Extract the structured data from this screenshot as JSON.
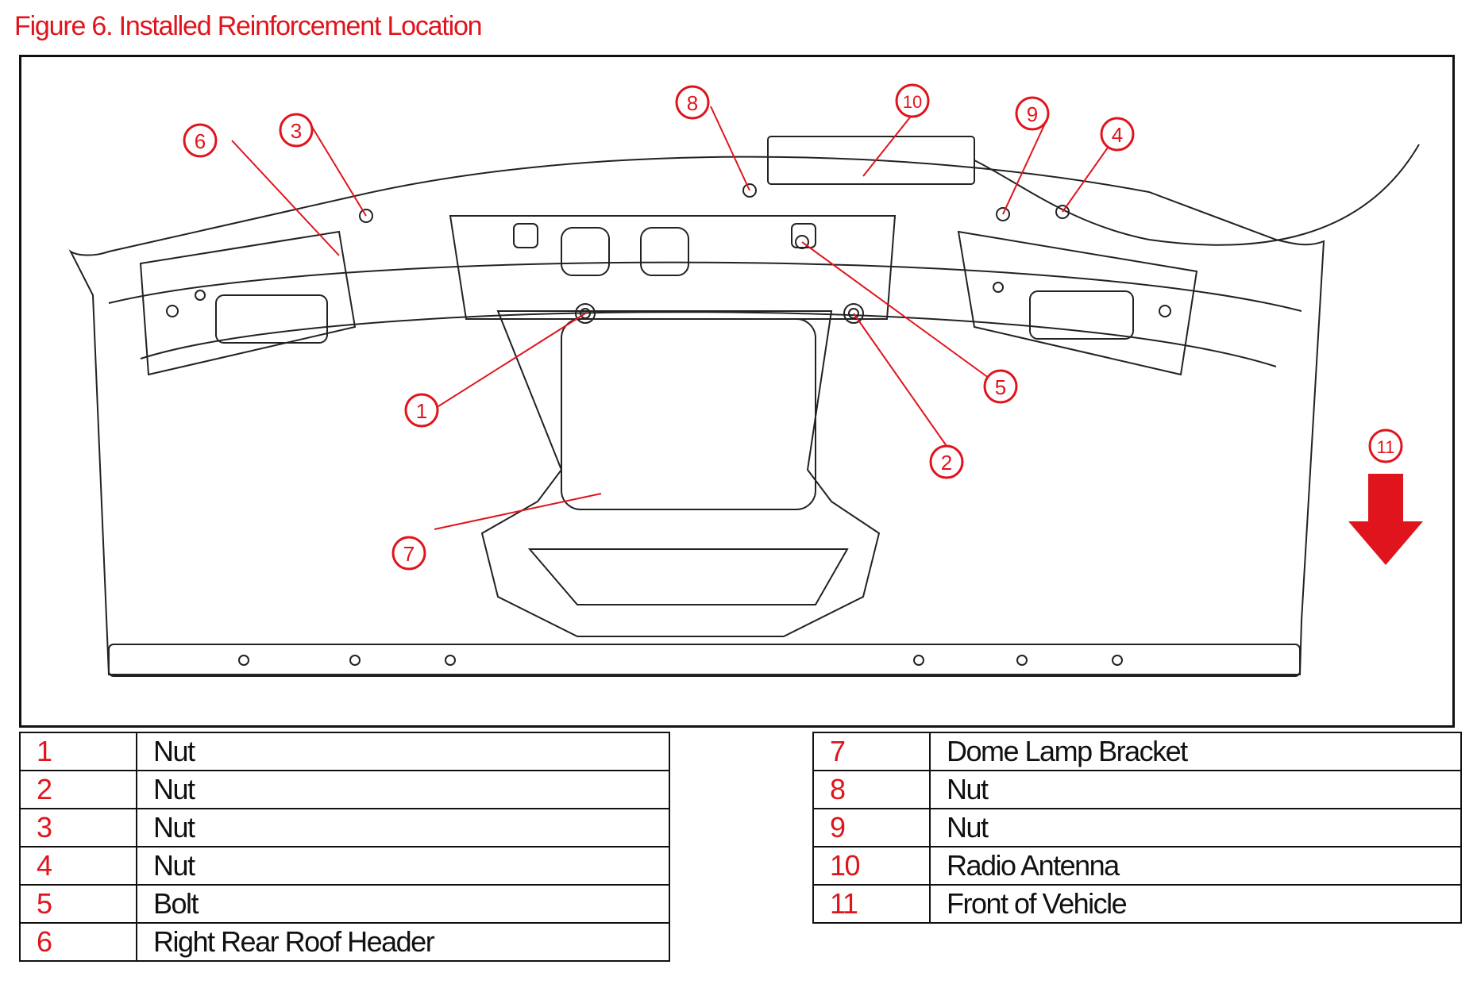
{
  "title": "Figure 6. Installed Reinforcement Location",
  "colors": {
    "accent": "#e0141c",
    "line": "#222222"
  },
  "callouts": [
    "1",
    "2",
    "3",
    "4",
    "5",
    "6",
    "7",
    "8",
    "9",
    "10",
    "11"
  ],
  "legend_left": [
    {
      "num": "1",
      "label": "Nut"
    },
    {
      "num": "2",
      "label": "Nut"
    },
    {
      "num": "3",
      "label": "Nut"
    },
    {
      "num": "4",
      "label": "Nut"
    },
    {
      "num": "5",
      "label": "Bolt"
    },
    {
      "num": "6",
      "label": "Right Rear Roof Header"
    }
  ],
  "legend_right": [
    {
      "num": "7",
      "label": "Dome Lamp Bracket"
    },
    {
      "num": "8",
      "label": "Nut"
    },
    {
      "num": "9",
      "label": "Nut"
    },
    {
      "num": "10",
      "label": "Radio Antenna"
    },
    {
      "num": "11",
      "label": "Front of Vehicle"
    }
  ]
}
